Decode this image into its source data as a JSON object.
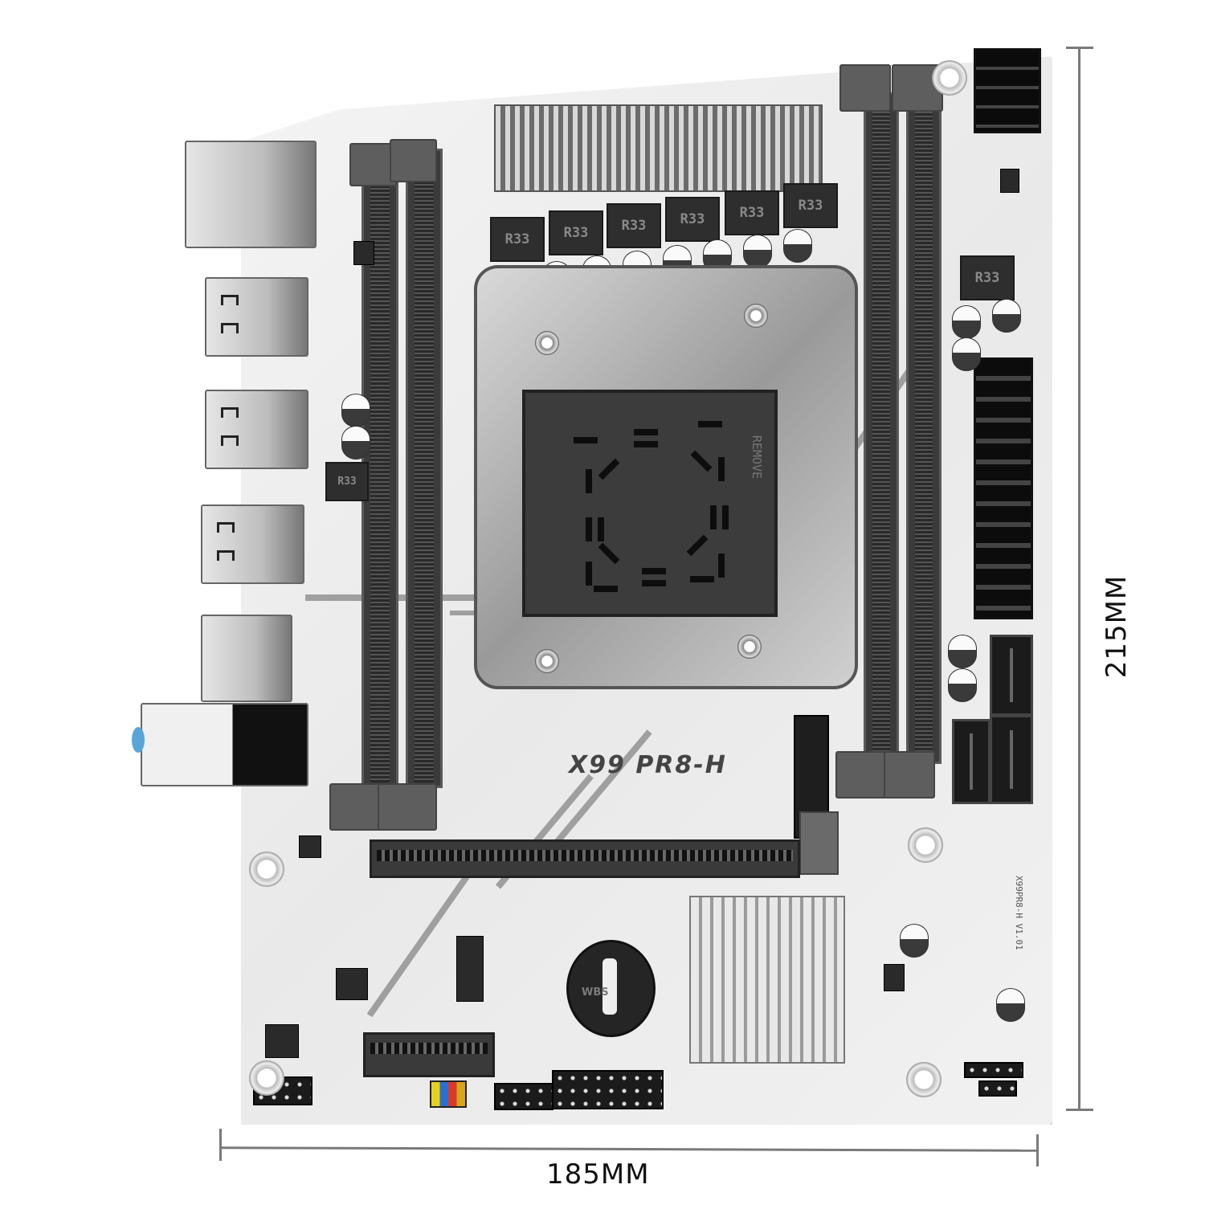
{
  "product": {
    "model_silkscreen": "X99 PR8-H",
    "revision_silkscreen": "X99PR8-H V1.01",
    "choke_marking": "R33",
    "battery_holder_marking": "WBS",
    "cpu_cover_marking": "REMOVE"
  },
  "dimensions": {
    "width_label": "185MM",
    "height_label": "215MM"
  },
  "components": {
    "dimm_slots": 4,
    "pcie_x16_slots": 1,
    "pcie_x1_slots": 1,
    "sata_ports": 3,
    "vrm_chokes": 7,
    "rear_usb_stacks": 3,
    "rear_io": [
      "PS/2",
      "USB",
      "USB",
      "USB",
      "RJ45 LAN",
      "Audio"
    ],
    "power_connectors": [
      "24-pin ATX",
      "8-pin CPU"
    ]
  },
  "colors": {
    "pcb": "#eeeeee",
    "slots": "#3b3b3b",
    "heatsink": "#c8c8c8",
    "text": "#111111",
    "dimension_line": "#7a7a7a"
  }
}
